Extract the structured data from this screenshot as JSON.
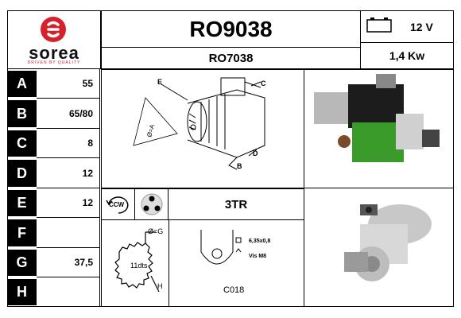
{
  "brand": {
    "name": "sorea",
    "tagline": "DRIVEN BY QUALITY",
    "color": "#d6202a"
  },
  "header": {
    "ref": "RO9038",
    "alt_ref": "RO7038",
    "voltage": "12 V",
    "power": "1,4 Kw"
  },
  "specs": [
    {
      "letter": "A",
      "value": "55"
    },
    {
      "letter": "B",
      "value": "65/80"
    },
    {
      "letter": "C",
      "value": "8"
    },
    {
      "letter": "D",
      "value": "12"
    },
    {
      "letter": "E",
      "value": "12"
    },
    {
      "letter": "F",
      "value": ""
    },
    {
      "letter": "G",
      "value": "37,5"
    },
    {
      "letter": "H",
      "value": ""
    }
  ],
  "rotation": "CCW",
  "mount": "3TR",
  "diagram_labels": {
    "a": "A",
    "b": "B",
    "c": "C",
    "d": "D",
    "e": "E",
    "dia": "Ø=A"
  },
  "pinion": {
    "teeth_label": "11dts",
    "dia_label": "Ø=G",
    "h_label": "H"
  },
  "terminal": {
    "dim": "6,35x0,8",
    "thread": "Vis M8",
    "code": "C018"
  }
}
